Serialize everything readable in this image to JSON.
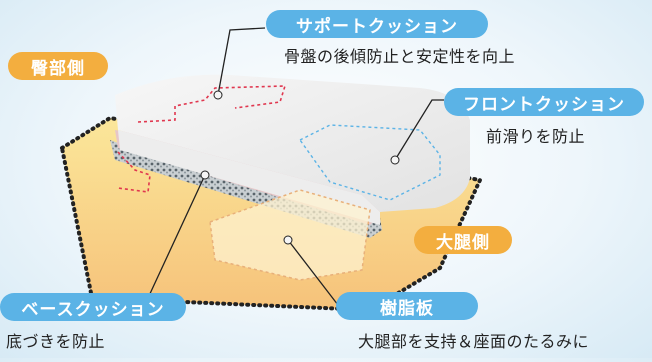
{
  "labels": {
    "support": {
      "title": "サポートクッション",
      "caption": "骨盤の後傾防止と安定性を向上"
    },
    "front": {
      "title": "フロントクッション",
      "caption": "前滑りを防止"
    },
    "base": {
      "title": "ベースクッション",
      "caption": "底づきを防止"
    },
    "board": {
      "title": "樹脂板",
      "caption": "大腿部を支持＆座面のたるみに"
    },
    "hip_side": "臀部側",
    "thigh_side": "大腿側"
  },
  "colors": {
    "label_blue": "#5bb3e6",
    "label_orange": "#f3ae3f"
  }
}
